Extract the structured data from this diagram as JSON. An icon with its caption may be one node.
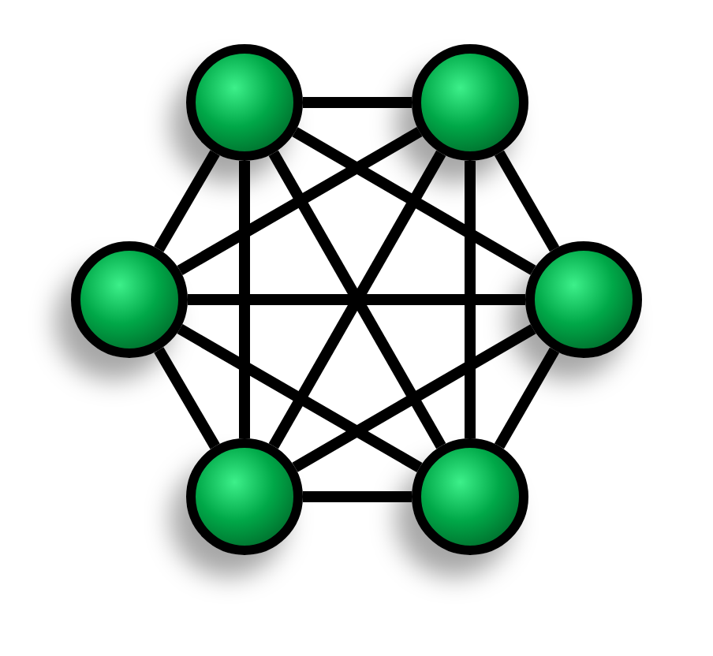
{
  "diagram": {
    "nodes": [
      {
        "text": [],
        "shape": "circle"
      },
      {
        "text": [],
        "shape": "circle"
      },
      {
        "text": [],
        "shape": "circle"
      },
      {
        "text": [],
        "shape": "circle"
      },
      {
        "text": [],
        "shape": "circle"
      },
      {
        "text": [],
        "shape": "circle"
      }
    ],
    "edges": [
      {
        "from": 0,
        "to": 1,
        "arrow": "none"
      },
      {
        "from": 0,
        "to": 2,
        "arrow": "none"
      },
      {
        "from": 0,
        "to": 3,
        "arrow": "none"
      },
      {
        "from": 0,
        "to": 4,
        "arrow": "none"
      },
      {
        "from": 0,
        "to": 5,
        "arrow": "none"
      },
      {
        "from": 1,
        "to": 2,
        "arrow": "none"
      },
      {
        "from": 1,
        "to": 3,
        "arrow": "none"
      },
      {
        "from": 1,
        "to": 4,
        "arrow": "none"
      },
      {
        "from": 1,
        "to": 5,
        "arrow": "none"
      },
      {
        "from": 2,
        "to": 3,
        "arrow": "none"
      },
      {
        "from": 2,
        "to": 4,
        "arrow": "none"
      },
      {
        "from": 2,
        "to": 5,
        "arrow": "none"
      },
      {
        "from": 3,
        "to": 4,
        "arrow": "none"
      },
      {
        "from": 3,
        "to": 5,
        "arrow": "none"
      },
      {
        "from": 4,
        "to": 5,
        "arrow": "none"
      }
    ]
  }
}
